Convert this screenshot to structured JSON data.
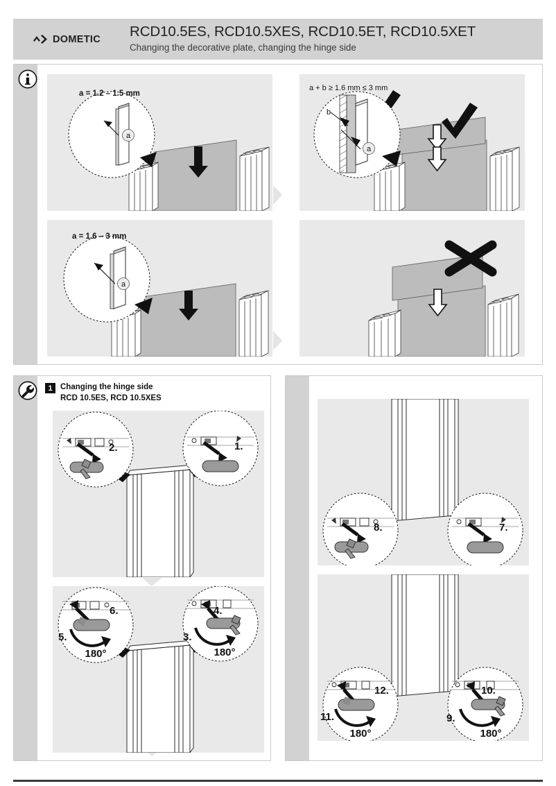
{
  "header": {
    "logo_text": "DOMETIC",
    "logo_icon": "dometic-chevron-mark",
    "title": "RCD10.5ES, RCD10.5XES, RCD10.5ET, RCD10.5XET",
    "subtitle": "Changing the decorative plate, changing the hinge side"
  },
  "info_section": {
    "icon": "info-icon",
    "panels": [
      {
        "id": "info-panel-1",
        "label": "a = 1.2 – 1.5 mm",
        "detail_letter": "a",
        "marks": []
      },
      {
        "id": "info-panel-2",
        "label": "a + b ≥ 1.6 mm ≤ 3 mm",
        "detail_letters": [
          "b",
          "a"
        ],
        "marks": [
          "check",
          "check"
        ]
      },
      {
        "id": "info-panel-3",
        "label": "a = 1.6 – 3 mm",
        "detail_letter": "a",
        "marks": []
      },
      {
        "id": "info-panel-4",
        "label": "",
        "marks": [
          "cross"
        ]
      }
    ]
  },
  "steps_section": {
    "icon": "wrench-icon",
    "badge": "1",
    "title_line1": "Changing the hinge side",
    "title_line2": "RCD 10.5ES, RCD 10.5XES",
    "panels": [
      {
        "id": "steps-panel-1",
        "callouts": [
          {
            "number": "2.",
            "rotation": ""
          },
          {
            "number": "1.",
            "rotation": ""
          }
        ]
      },
      {
        "id": "steps-panel-2",
        "callouts": [
          {
            "number": "6.",
            "rotation": ""
          },
          {
            "number": "5.",
            "rotation": "180°"
          },
          {
            "number": "4.",
            "rotation": ""
          },
          {
            "number": "3.",
            "rotation": "180°"
          }
        ]
      },
      {
        "id": "steps-panel-3",
        "callouts": [
          {
            "number": "8.",
            "rotation": ""
          },
          {
            "number": "7.",
            "rotation": ""
          }
        ]
      },
      {
        "id": "steps-panel-4",
        "callouts": [
          {
            "number": "12.",
            "rotation": ""
          },
          {
            "number": "11.",
            "rotation": "180°"
          },
          {
            "number": "10.",
            "rotation": ""
          },
          {
            "number": "9.",
            "rotation": "180°"
          }
        ]
      }
    ]
  },
  "colors": {
    "header_bg": "#d2d2d2",
    "panel_bg": "#e9e9e9",
    "strip": "#d2d2d2",
    "plate": "#b6b6b6",
    "ink": "#1a1a1a"
  }
}
